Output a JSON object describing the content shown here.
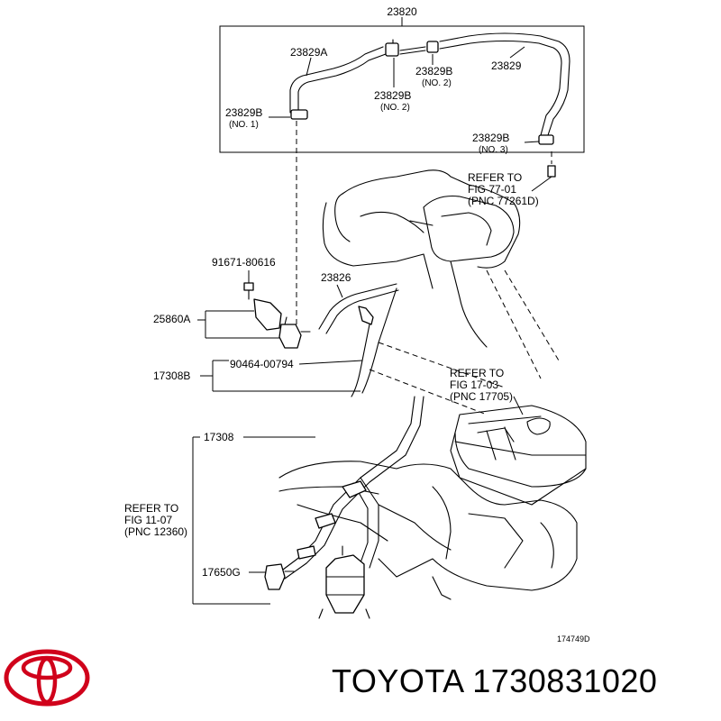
{
  "parts": {
    "p23820": "23820",
    "p23829A": "23829A",
    "p23829B_no1": "23829B",
    "no1": "(NO. 1)",
    "p23829B_no2a": "23829B",
    "no2a": "(NO. 2)",
    "p23829B_no2b": "23829B",
    "no2b": "(NO. 2)",
    "p23829": "23829",
    "p23829B_no3": "23829B",
    "no3": "(NO. 3)",
    "p91671": "91671-80616",
    "p23826": "23826",
    "p25860A": "25860A",
    "p90464": "90464-00794",
    "p17308B": "17308B",
    "p17308": "17308",
    "p17650G": "17650G"
  },
  "refs": {
    "ref1": [
      "REFER TO",
      "FIG  77-01",
      "(PNC 77261D)"
    ],
    "ref2": [
      "REFER TO",
      "FIG  17-03",
      "(PNC 17705)"
    ],
    "ref3": [
      "REFER TO",
      "FIG  11-07",
      "(PNC 12360)"
    ]
  },
  "figure_code": "174749D",
  "brand": {
    "name": "TOYOTA",
    "part_number": "1730831020",
    "logo_color": "#d0021b",
    "logo_icon": "toyota-logo-icon"
  }
}
